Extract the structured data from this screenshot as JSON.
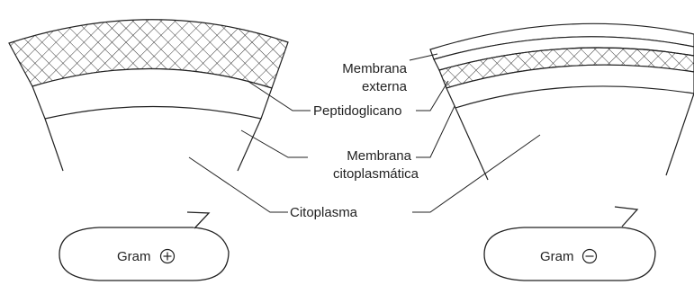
{
  "labels": {
    "membrana_externa_1": "Membrana",
    "membrana_externa_2": "externa",
    "peptidoglicano": "Peptidoglicano",
    "membrana_cito_1": "Membrana",
    "membrana_cito_2": "citoplasmática",
    "citoplasma": "Citoplasma"
  },
  "cells": {
    "gram_positive": {
      "label": "Gram",
      "sign_icon": "circled-plus-icon"
    },
    "gram_negative": {
      "label": "Gram",
      "sign_icon": "circled-minus-icon"
    }
  },
  "colors": {
    "line": "#222222",
    "background": "#ffffff"
  }
}
